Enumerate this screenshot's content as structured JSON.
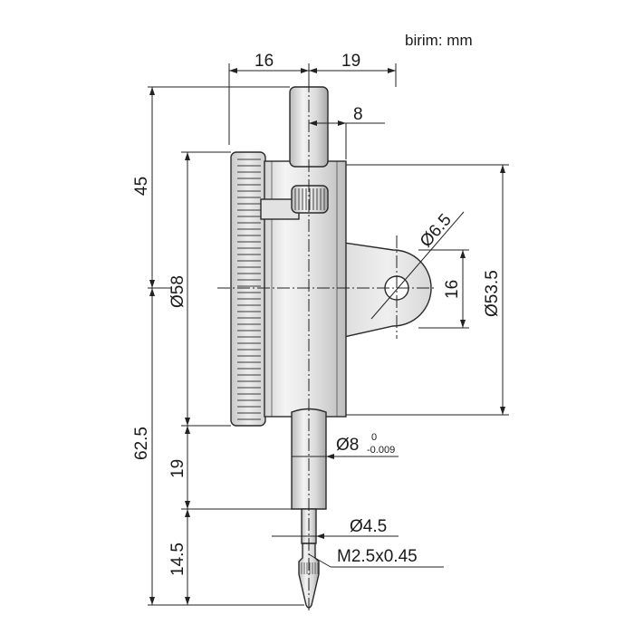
{
  "unit_label": "birim: mm",
  "dimensions": {
    "top_left_width": "16",
    "top_right_width": "19",
    "stem_offset": "8",
    "total_upper": "45",
    "total_lower": "62.5",
    "dial_diameter": "Ø58",
    "hole_diameter": "Ø6.5",
    "lug_height": "16",
    "body_diameter": "Ø53.5",
    "stem_height": "19",
    "stem_diameter": "Ø8",
    "stem_tol_upper": "0",
    "stem_tol_lower": "-0.009",
    "tip_diameter": "Ø4.5",
    "thread": "M2.5x0.45",
    "tip_length": "14.5"
  }
}
